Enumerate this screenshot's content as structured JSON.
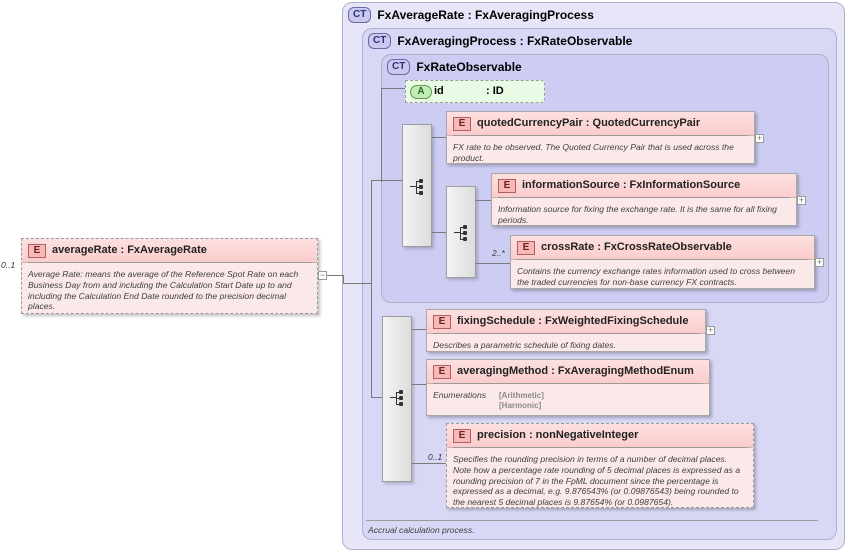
{
  "outer_ct": {
    "badge": "CT",
    "title": "FxAverageRate : FxAveragingProcess",
    "footer": "Accrual calculation process."
  },
  "mid_ct": {
    "badge": "CT",
    "title": "FxAveragingProcess : FxRateObservable"
  },
  "inner_ct": {
    "badge": "CT",
    "title": "FxRateObservable"
  },
  "attribute": {
    "badge": "A",
    "name": "id",
    "type": ": ID"
  },
  "root_element": {
    "badge": "E",
    "name": "averageRate : FxAverageRate",
    "cardinality": "0..1",
    "description": "Average Rate: means the average of the Reference Spot Rate on each Business Day from and including the Calculation Start Date up to and including the Calculation End Date rounded to the precision decimal places."
  },
  "elements": {
    "quotedCurrencyPair": {
      "badge": "E",
      "name": "quotedCurrencyPair : QuotedCurrencyPair",
      "description": "FX rate to be observed. The Quoted Currency Pair that is used across the product."
    },
    "informationSource": {
      "badge": "E",
      "name": "informationSource : FxInformationSource",
      "description": "Information source for fixing the exchange rate. It is the same for all fixing periods."
    },
    "crossRate": {
      "badge": "E",
      "name": "crossRate : FxCrossRateObservable",
      "cardinality": "2..*",
      "description": "Contains the currency exchange rates information used to cross between the traded currencies for non-base currency FX contracts."
    },
    "fixingSchedule": {
      "badge": "E",
      "name": "fixingSchedule : FxWeightedFixingSchedule",
      "description": "Describes a parametric schedule of fixing dates."
    },
    "averagingMethod": {
      "badge": "E",
      "name": "averagingMethod : FxAveragingMethodEnum",
      "enum_label": "Enumerations",
      "enum_values": [
        "[Arithmetic]",
        "[Harmonic]"
      ]
    },
    "precision": {
      "badge": "E",
      "name": "precision : nonNegativeInteger",
      "cardinality": "0..1",
      "description": "Specifies the rounding precision in terms of a number of decimal places. Note how a percentage rate rounding of 5 decimal places is expressed as a rounding precision of 7 in the FpML document since the percentage is expressed as a decimal, e.g. 9.876543% (or 0.09876543) being rounded to the nearest 5 decimal places is 9.87654% (or 0.0987654)."
    }
  },
  "expand_symbol": "+",
  "collapse_symbol": "−"
}
